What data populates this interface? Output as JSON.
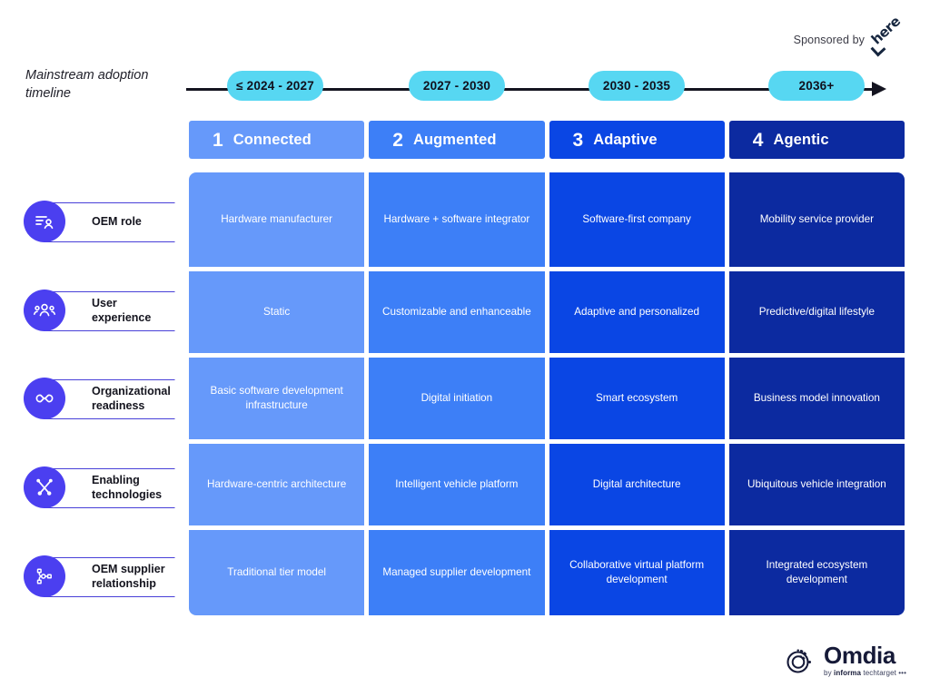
{
  "sponsor": {
    "label": "Sponsored by",
    "brand": "here",
    "brand_icon": "here-logo-icon"
  },
  "timeline": {
    "caption": "Mainstream adoption timeline",
    "axis_icon": "timeline-arrow-icon",
    "pill_color": "#57D7F2",
    "periods": [
      {
        "label": "≤ 2024 - 2027"
      },
      {
        "label": "2027 - 2030"
      },
      {
        "label": "2030 - 2035"
      },
      {
        "label": "2036+"
      }
    ]
  },
  "columns": [
    {
      "number": "1",
      "name": "Connected",
      "color": "#6699FA"
    },
    {
      "number": "2",
      "name": "Augmented",
      "color": "#3D7FF7"
    },
    {
      "number": "3",
      "name": "Adaptive",
      "color": "#0A46E4"
    },
    {
      "number": "4",
      "name": "Agentic",
      "color": "#0C2AA0"
    }
  ],
  "rows": [
    {
      "label": "OEM role",
      "icon": "oem-role-icon",
      "cells": [
        "Hardware manufacturer",
        "Hardware + software integrator",
        "Software-first company",
        "Mobility service provider"
      ]
    },
    {
      "label": "User experience",
      "icon": "user-experience-icon",
      "cells": [
        "Static",
        "Customizable and enhanceable",
        "Adaptive and personalized",
        "Predictive/digital lifestyle"
      ]
    },
    {
      "label": "Organizational readiness",
      "icon": "infinity-icon",
      "cells": [
        "Basic software development infrastructure",
        "Digital initiation",
        "Smart ecosystem",
        "Business model innovation"
      ]
    },
    {
      "label": "Enabling technologies",
      "icon": "tools-icon",
      "cells": [
        "Hardware-centric architecture",
        "Intelligent vehicle platform",
        "Digital architecture",
        "Ubiquitous vehicle integration"
      ]
    },
    {
      "label": "OEM supplier relationship",
      "icon": "network-nodes-icon",
      "cells": [
        "Traditional tier model",
        "Managed supplier development",
        "Collaborative virtual platform development",
        "Integrated ecosystem development"
      ]
    }
  ],
  "branding": {
    "name": "Omdia",
    "tagline_prefix": "by ",
    "tagline_brand": "informa",
    "tagline_suffix": " techtarget •••",
    "mark_icon": "omdia-swirl-icon"
  },
  "theme": {
    "icon_circle_color": "#4B3FF0",
    "chevron_border_color": "#4840D8",
    "axis_color": "#141420"
  }
}
